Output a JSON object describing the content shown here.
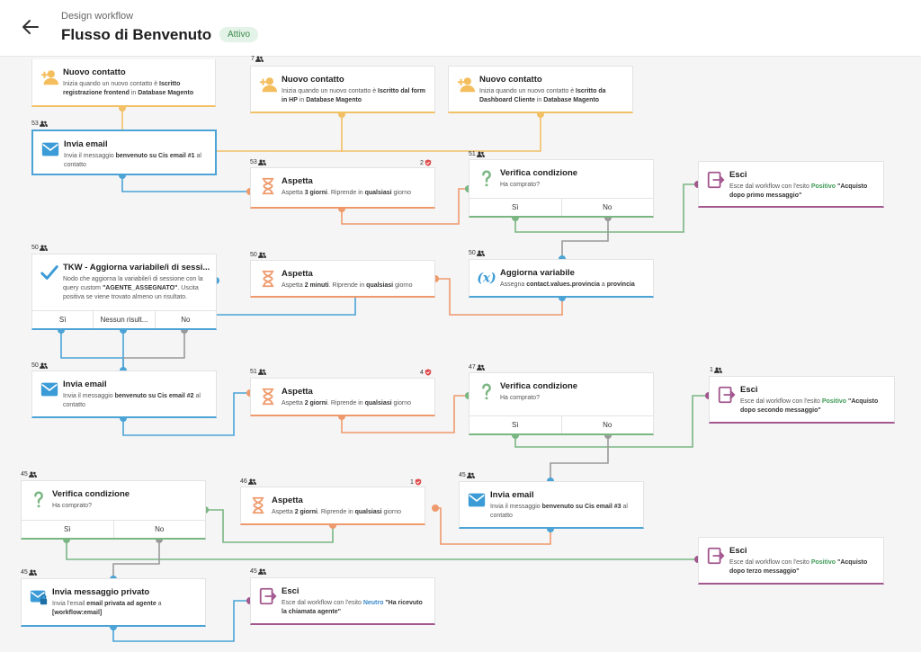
{
  "header": {
    "subtitle": "Design workflow",
    "title": "Flusso di Benvenuto",
    "status": "Attivo"
  },
  "counts": {
    "trig2": "7",
    "mail1": "53",
    "wait1": "53",
    "wait1_goal": "2",
    "cond1": "51",
    "tkw": "50",
    "wait2": "50",
    "var1": "50",
    "mail2": "50",
    "wait3": "51",
    "wait3_goal": "4",
    "cond2": "47",
    "exit2": "1",
    "cond3": "45",
    "wait4": "46",
    "wait4_goal": "1",
    "mail3": "45",
    "priv": "45",
    "exit4": "45"
  },
  "nodes": {
    "trig1": {
      "title": "Nuovo contatto",
      "d1": "Inizia quando un nuovo contatto è ",
      "d2": "Iscritto registrazione frontend",
      "d3": " in ",
      "d4": "Database Magento"
    },
    "trig2": {
      "title": "Nuovo contatto",
      "d1": "Inizia quando un nuovo contatto è ",
      "d2": "Iscritto dal form in HP",
      "d3": " in ",
      "d4": "Database Magento"
    },
    "trig3": {
      "title": "Nuovo contatto",
      "d1": "Inizia quando un nuovo contatto è ",
      "d2": "Iscritto da Dashboard Cliente",
      "d3": " in ",
      "d4": "Database Magento"
    },
    "mail1": {
      "title": "Invia email",
      "d1": "Invia il messaggio ",
      "d2": "benvenuto su Cis email #1",
      "d3": " al contatto"
    },
    "wait1": {
      "title": "Aspetta",
      "d1": "Aspetta ",
      "d2": "3 giorni",
      "d3": ". Riprende in ",
      "d4": "qualsiasi",
      "d5": " giorno"
    },
    "cond1": {
      "title": "Verifica condizione",
      "d1": "Ha comprato?",
      "yes": "Sì",
      "no": "No"
    },
    "exit1": {
      "title": "Esci",
      "d1": "Esce dal workflow con l'esito ",
      "d2": "Positivo",
      "d3": " \"Acquisto dopo primo messaggio\""
    },
    "tkw": {
      "title": "TKW - Aggiorna variabile/i di sessi...",
      "d1": "Nodo che aggiorna la variabile/i di sessione con la query custom ",
      "d2": "\"AGENTE_ASSEGNATO\"",
      "d3": ". Uscita positiva se viene trovato almeno un risultato.",
      "o1": "Sì",
      "o2": "Nessun risult...",
      "o3": "No"
    },
    "wait2": {
      "title": "Aspetta",
      "d1": "Aspetta ",
      "d2": "2 minuti",
      "d3": ". Riprende in ",
      "d4": "qualsiasi",
      "d5": " giorno"
    },
    "var1": {
      "title": "Aggiorna variabile",
      "d1": "Assegna ",
      "d2": "contact.values.provincia",
      "d3": " a ",
      "d4": "provincia"
    },
    "mail2": {
      "title": "Invia email",
      "d1": "Invia il messaggio ",
      "d2": "benvenuto su Cis email #2",
      "d3": " al contatto"
    },
    "wait3": {
      "title": "Aspetta",
      "d1": "Aspetta ",
      "d2": "2 giorni",
      "d3": ". Riprende in ",
      "d4": "qualsiasi",
      "d5": " giorno"
    },
    "cond2": {
      "title": "Verifica condizione",
      "d1": "Ha comprato?",
      "yes": "Sì",
      "no": "No"
    },
    "exit2": {
      "title": "Esci",
      "d1": "Esce dal workflow con l'esito ",
      "d2": "Positivo",
      "d3": " \"Acquisto dopo secondo messaggio\""
    },
    "cond3": {
      "title": "Verifica condizione",
      "d1": "Ha comprato?",
      "yes": "Sì",
      "no": "No"
    },
    "wait4": {
      "title": "Aspetta",
      "d1": "Aspetta ",
      "d2": "2 giorni",
      "d3": ". Riprende in ",
      "d4": "qualsiasi",
      "d5": " giorno"
    },
    "mail3": {
      "title": "Invia email",
      "d1": "Invia il messaggio ",
      "d2": "benvenuto su Cis email #3",
      "d3": " al contatto"
    },
    "exit3": {
      "title": "Esci",
      "d1": "Esce dal workflow con l'esito ",
      "d2": "Positivo",
      "d3": " \"Acquisto dopo terzo messaggio\""
    },
    "priv": {
      "title": "Invia messaggio privato",
      "d1": "Invia l'email ",
      "d2": "email privata ad agente",
      "d3": " a ",
      "d4": "[workflow:email]"
    },
    "exit4": {
      "title": "Esci",
      "d1": "Esce dal workflow con l'esito ",
      "d2": "Neutro",
      "d3": " \"Ha ricevuto la chiamata agente\""
    }
  },
  "icons": {
    "back": "arrow-left-icon",
    "trigger": "add-user-icon",
    "mail": "envelope-icon",
    "wait": "hourglass-icon",
    "cond": "question-mark-icon",
    "exit": "exit-door-icon",
    "var": "variable-icon",
    "check": "checkmark-icon",
    "private": "envelope-lock-icon",
    "people": "people-icon",
    "goal": "goal-shield-icon"
  },
  "colors": {
    "trigger": "#f2c065",
    "mail": "#4ba3d6",
    "wait": "#ee9a6c",
    "cond": "#79b682",
    "exit": "#a2578e",
    "active_badge": "#3d8a4f"
  }
}
